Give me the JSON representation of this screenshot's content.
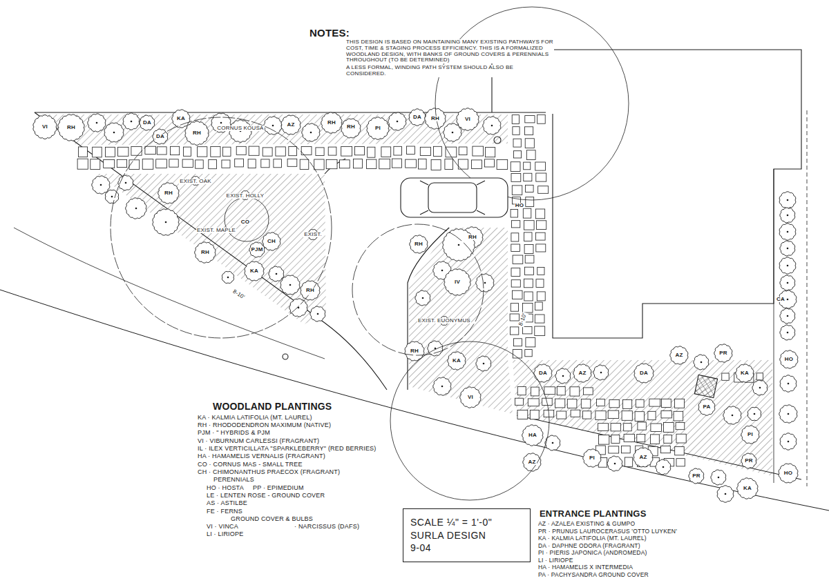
{
  "diagram": {
    "nodes": [
      {
        "text": [
          "SCALE ¼\" = 1'-0\"",
          "SURLA DESIGN",
          "9-04"
        ]
      }
    ],
    "labels": [
      "NOTES:",
      "THIS DESIGN IS BASED ON MAINTAINING MANY EXISTING PATHWAYS FOR COST, TIME & STAGING PROCESS EFFICIENCY. THIS IS A FORMALIZED WOODLAND DESIGN, WITH BANKS OF GROUND COVERS & PERENNIALS THROUGHOUT (TO BE DETERMINED)",
      "A LESS FORMAL, WINDING PATH SYSTEM SHOULD ALSO BE CONSIDERED.",
      "VI",
      "RH",
      "DA",
      "DA",
      "KA",
      "RH",
      "CORNUS KOUSA",
      "AZ",
      "RH",
      "RH",
      "PI",
      "DA",
      "RH",
      "VI",
      "EXIST. OAK",
      "RH",
      "EXIST. HOLLY",
      "EXIST. MAPLE",
      "CO",
      "EXIST.",
      "CH",
      "RH",
      "PJM",
      "KA",
      "RH",
      "8-10'",
      "RH",
      "RH",
      "IV",
      "EXIST. EUONYMUS",
      "RH",
      "KA",
      "VI",
      "8-10'",
      "HO",
      "CA",
      "HO",
      "HO",
      "DA",
      "AZ",
      "DA",
      "AZ",
      "PR",
      "KA",
      "PA",
      "PI",
      "HA",
      "AZ",
      "PI",
      "AZ",
      "PR",
      "PR",
      "KA",
      "WOODLAND PLANTINGS",
      "KA · KALMIA LATIFOLIA (MT. LAUREL)",
      "RH · RHODODENDRON MAXIMUM (NATIVE)",
      "PJM · \" HYBRIDS & PJM",
      "VI · VIBURNUM CARLESSI (FRAGRANT)",
      "IL · ILEX VERTICILLATA \"SPARKLEBERRY\" (RED BERRIES)",
      "HA · HAMAMELIS VERNALIS (FRAGRANT)",
      "CO · CORNUS MAS - SMALL TREE",
      "CH · CHIMONANTHUS PRAECOX (FRAGRANT)",
      "PERENNIALS",
      "HO · HOSTA",
      "PP · EPIMEDIUM",
      "LE · LENTEN ROSE - GROUND COVER",
      "AS · ASTILBE",
      "FE · FERNS",
      "GROUND COVER & BULBS",
      "VI · VINCA",
      "· NARCISSUS (DAFS)",
      "LI · LIRIOPE",
      "ENTRANCE PLANTINGS",
      "AZ · AZALEA EXISTING & GUMPO",
      "PR · PRUNUS LAUROCERASUS 'OTTO LUYKEN'",
      "KA · KALMIA LATIFOLIA (MT. LAUREL)",
      "DA · DAPHNE ODORA (FRAGRANT)",
      "PI · PIERIS JAPONICA (ANDROMEDA)",
      "LI · LIRIOPE",
      "HA · HAMAMELIS X INTERMEDIA",
      "PA · PACHYSANDRA GROUND COVER"
    ]
  }
}
